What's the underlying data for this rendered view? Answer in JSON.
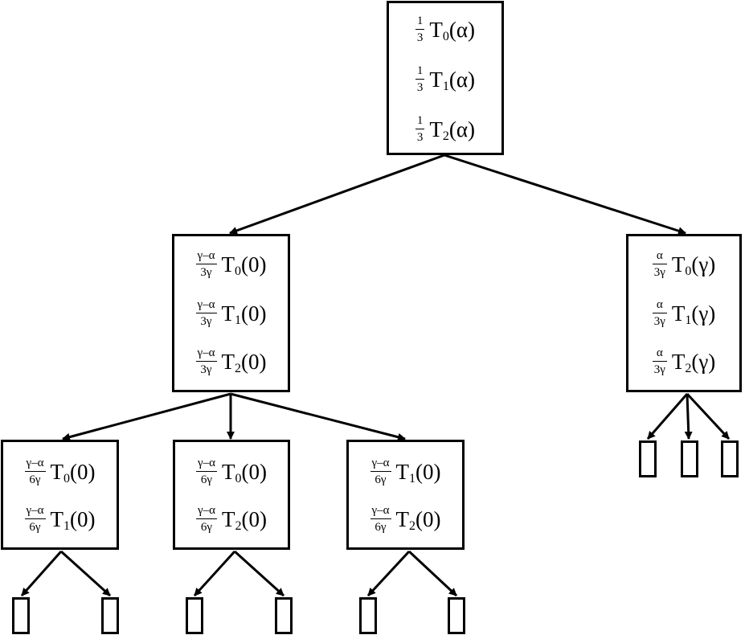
{
  "nodes": {
    "root": [
      {
        "num": "1",
        "den": "3",
        "sub": "0",
        "arg": "(α)"
      },
      {
        "num": "1",
        "den": "3",
        "sub": "1",
        "arg": "(α)"
      },
      {
        "num": "1",
        "den": "3",
        "sub": "2",
        "arg": "(α)"
      }
    ],
    "mid_left": [
      {
        "num": "γ–α",
        "den": "3γ",
        "sub": "0",
        "arg": "(0)"
      },
      {
        "num": "γ–α",
        "den": "3γ",
        "sub": "1",
        "arg": "(0)"
      },
      {
        "num": "γ–α",
        "den": "3γ",
        "sub": "2",
        "arg": "(0)"
      }
    ],
    "mid_right": [
      {
        "num": "α",
        "den": "3γ",
        "sub": "0",
        "arg": "(γ)"
      },
      {
        "num": "α",
        "den": "3γ",
        "sub": "1",
        "arg": "(γ)"
      },
      {
        "num": "α",
        "den": "3γ",
        "sub": "2",
        "arg": "(γ)"
      }
    ],
    "bottom_1": [
      {
        "num": "γ–α",
        "den": "6γ",
        "sub": "0",
        "arg": "(0)"
      },
      {
        "num": "γ–α",
        "den": "6γ",
        "sub": "1",
        "arg": "(0)"
      }
    ],
    "bottom_2": [
      {
        "num": "γ–α",
        "den": "6γ",
        "sub": "0",
        "arg": "(0)"
      },
      {
        "num": "γ–α",
        "den": "6γ",
        "sub": "2",
        "arg": "(0)"
      }
    ],
    "bottom_3": [
      {
        "num": "γ–α",
        "den": "6γ",
        "sub": "1",
        "arg": "(0)"
      },
      {
        "num": "γ–α",
        "den": "6γ",
        "sub": "2",
        "arg": "(0)"
      }
    ]
  },
  "term_letter": "T"
}
